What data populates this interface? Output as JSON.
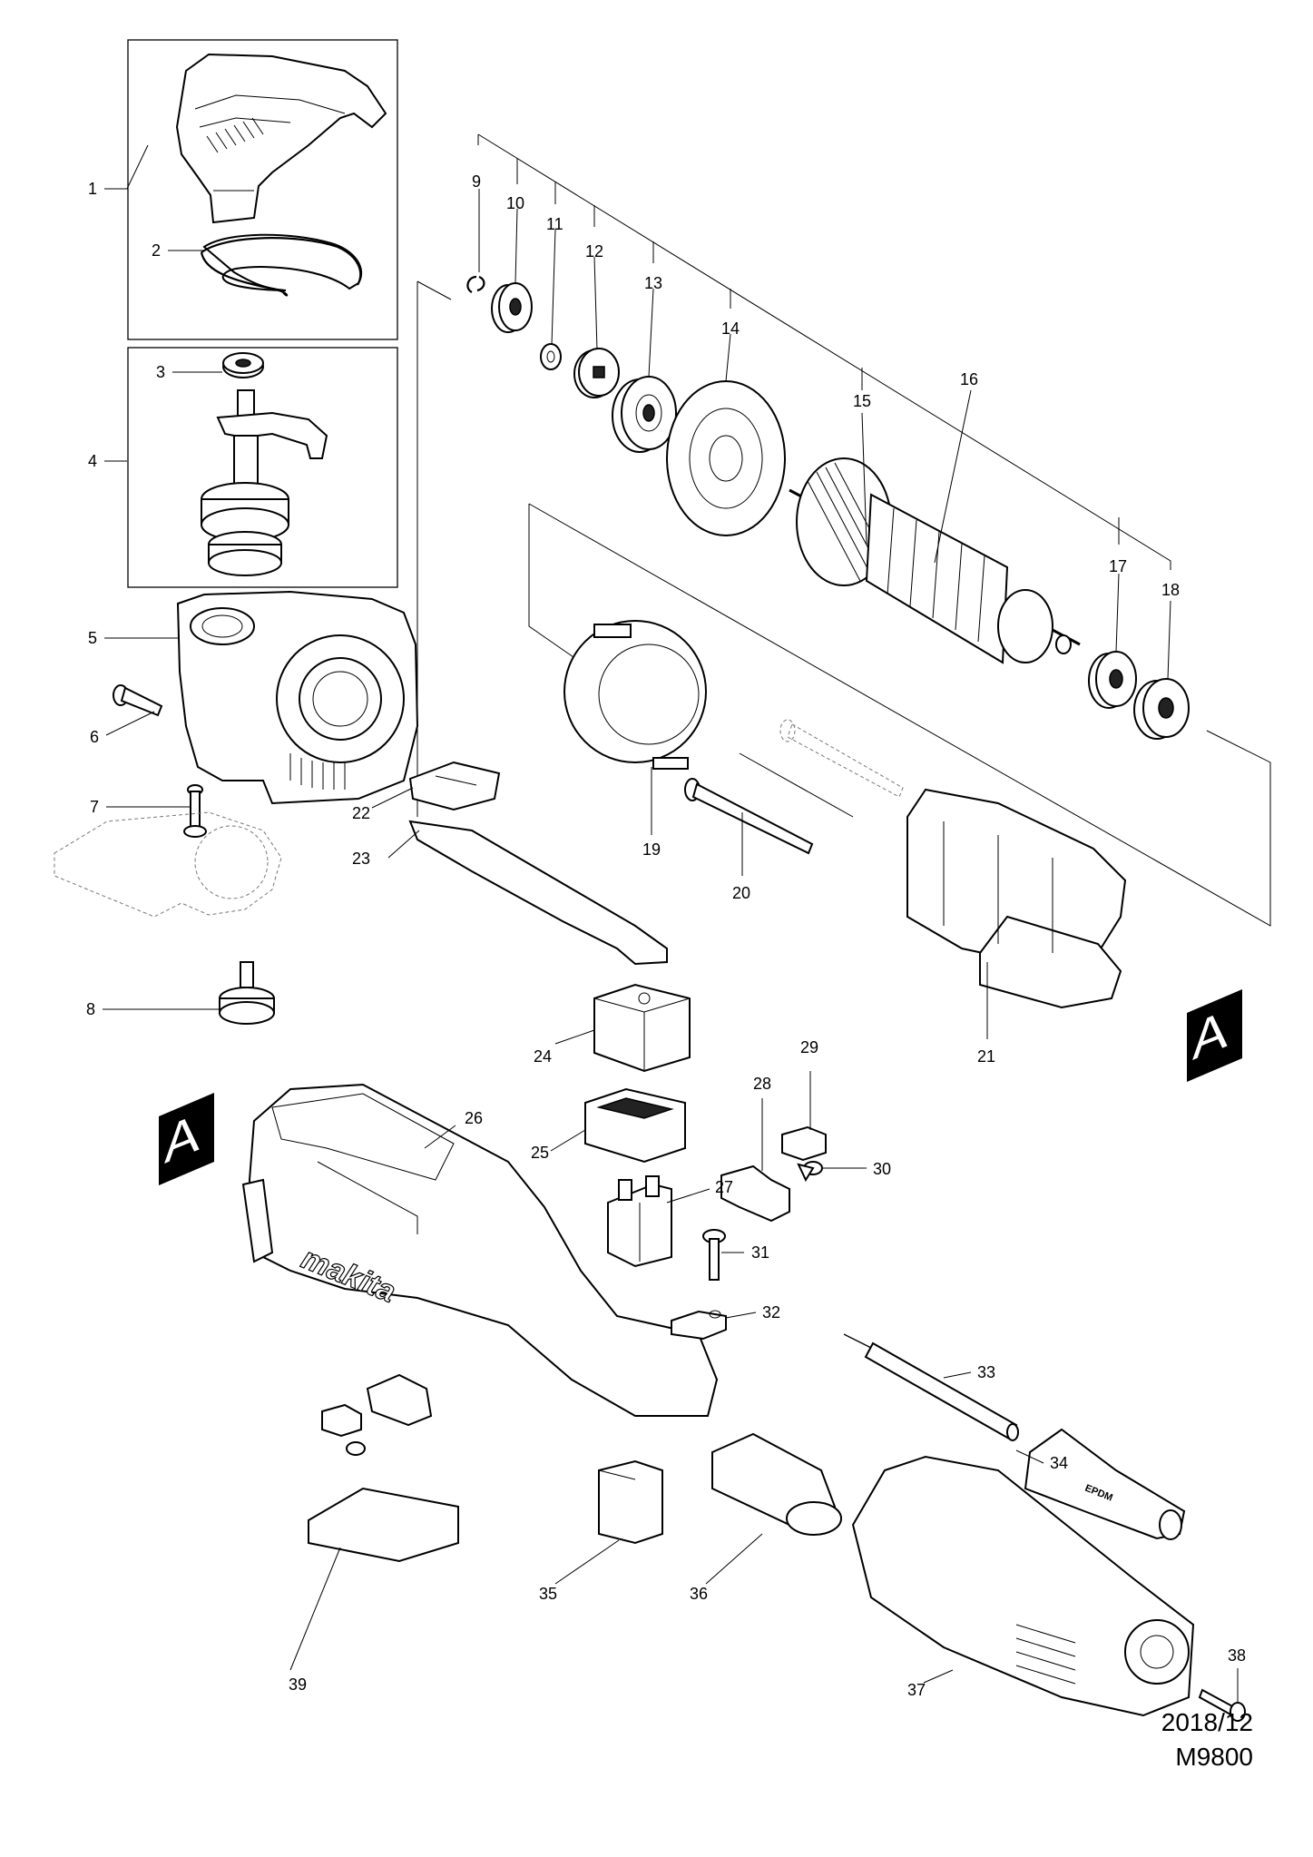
{
  "parts": [
    {
      "no": "1"
    },
    {
      "no": "2"
    },
    {
      "no": "3"
    },
    {
      "no": "4"
    },
    {
      "no": "5"
    },
    {
      "no": "6"
    },
    {
      "no": "7"
    },
    {
      "no": "8"
    },
    {
      "no": "9"
    },
    {
      "no": "10"
    },
    {
      "no": "11"
    },
    {
      "no": "12"
    },
    {
      "no": "13"
    },
    {
      "no": "14"
    },
    {
      "no": "15"
    },
    {
      "no": "16"
    },
    {
      "no": "17"
    },
    {
      "no": "18"
    },
    {
      "no": "19"
    },
    {
      "no": "20"
    },
    {
      "no": "21"
    },
    {
      "no": "22"
    },
    {
      "no": "23"
    },
    {
      "no": "24"
    },
    {
      "no": "25"
    },
    {
      "no": "26"
    },
    {
      "no": "27"
    },
    {
      "no": "28"
    },
    {
      "no": "29"
    },
    {
      "no": "30"
    },
    {
      "no": "31"
    },
    {
      "no": "32"
    },
    {
      "no": "33"
    },
    {
      "no": "34"
    },
    {
      "no": "35"
    },
    {
      "no": "36"
    },
    {
      "no": "37"
    },
    {
      "no": "38"
    },
    {
      "no": "39"
    }
  ],
  "connector_mark": "A",
  "housing_brand": "makita",
  "grommet_mark": "EPDM",
  "footer": {
    "date": "2018/12",
    "model": "M9800"
  }
}
